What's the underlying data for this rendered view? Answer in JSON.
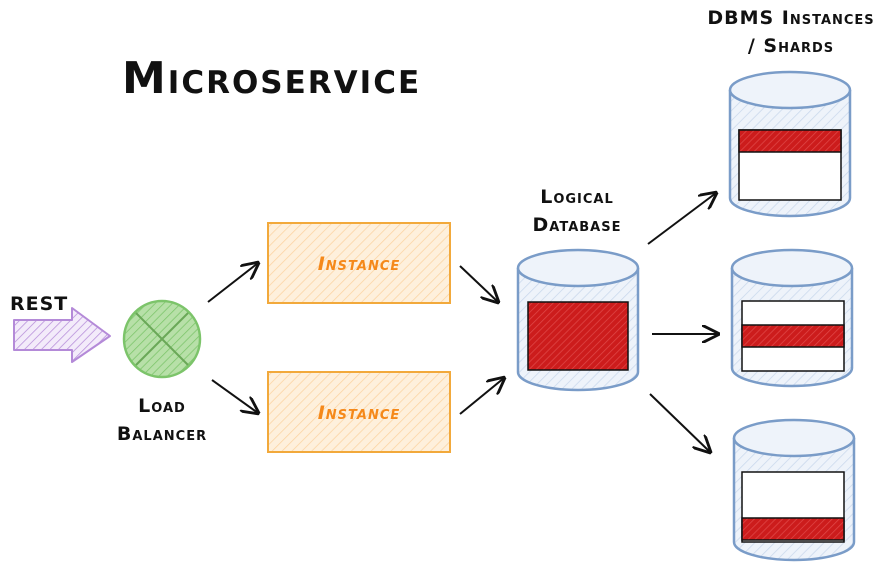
{
  "diagram": {
    "title": "Microservice",
    "input_label": "REST",
    "load_balancer_label": [
      "Load",
      "Balancer"
    ],
    "instances": [
      "Instance",
      "Instance"
    ],
    "logical_db_label": [
      "Logical",
      "Database"
    ],
    "shards_label": [
      "DBMS Instances",
      "/ Shards"
    ]
  },
  "colors": {
    "rest_arrow": "#b48ad8",
    "load_balancer": "#7cc46a",
    "instance_fill": "#fde4c4",
    "instance_stroke": "#f2a93b",
    "instance_text": "#f5891a",
    "db_stroke": "#7a9cc8",
    "db_fill": "#dfe9f6",
    "partition_red": "#cc1c1c"
  },
  "icons": [
    "rest-arrow-icon",
    "load-balancer-icon",
    "database-icon"
  ]
}
